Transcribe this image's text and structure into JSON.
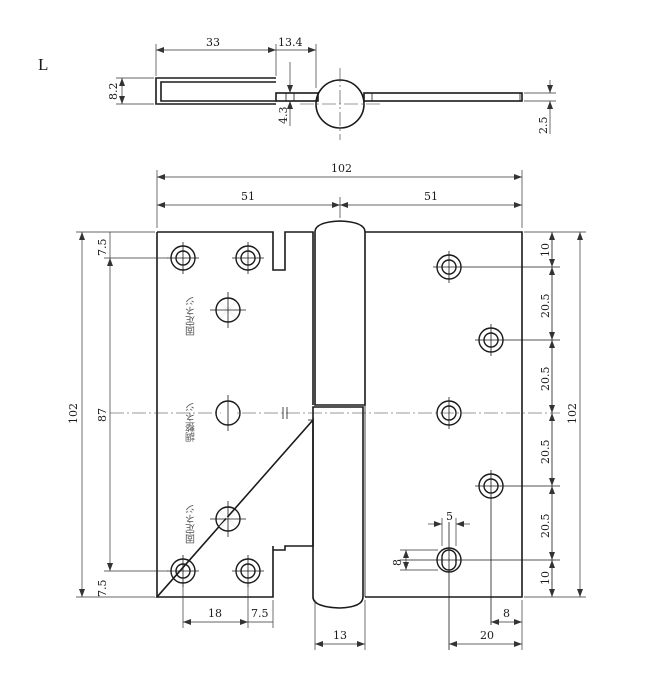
{
  "view_label": "L",
  "top_view": {
    "dims": {
      "leaf_length": "33",
      "offset": "13.4",
      "leaf_height": "8.2",
      "gap": "4.3",
      "thickness": "2.5"
    }
  },
  "front_view": {
    "dims": {
      "total_width": "102",
      "half_left": "51",
      "half_right": "51",
      "total_height": "102",
      "inner_height": "87",
      "edge_top": "7.5",
      "edge_bottom": "7.5",
      "hole_pitch_x": "18",
      "hole_edge_x": "7.5",
      "knuckle_width": "13",
      "right_pitch_1": "10",
      "right_pitch_2": "20.5",
      "right_pitch_3": "20.5",
      "right_pitch_4": "20.5",
      "right_pitch_5": "20.5",
      "right_pitch_6": "10",
      "right_height": "102",
      "slot_w": "5",
      "slot_h": "8",
      "hole_offset_a": "8",
      "hole_offset_b": "20"
    },
    "screw_labels": {
      "top": "固定ネジ",
      "middle": "調整ネジ",
      "bottom": "固定ネジ"
    }
  }
}
